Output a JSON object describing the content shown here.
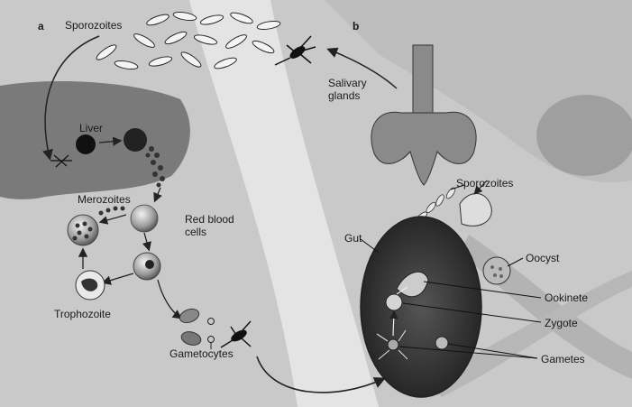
{
  "panels": {
    "a": "a",
    "b": "b"
  },
  "labels": {
    "sporozoites_top": "Sporozoites",
    "liver": "Liver",
    "merozoites": "Merozoites",
    "red_blood_line1": "Red blood",
    "red_blood_line2": "cells",
    "trophozoite": "Trophozoite",
    "gametocytes": "Gametocytes",
    "salivary_line1": "Salivary",
    "salivary_line2": "glands",
    "sporozoites_right": "Sporozoites",
    "gut": "Gut",
    "oocyst": "Oocyst",
    "ookinete": "Ookinete",
    "zygote": "Zygote",
    "gametes": "Gametes"
  }
}
